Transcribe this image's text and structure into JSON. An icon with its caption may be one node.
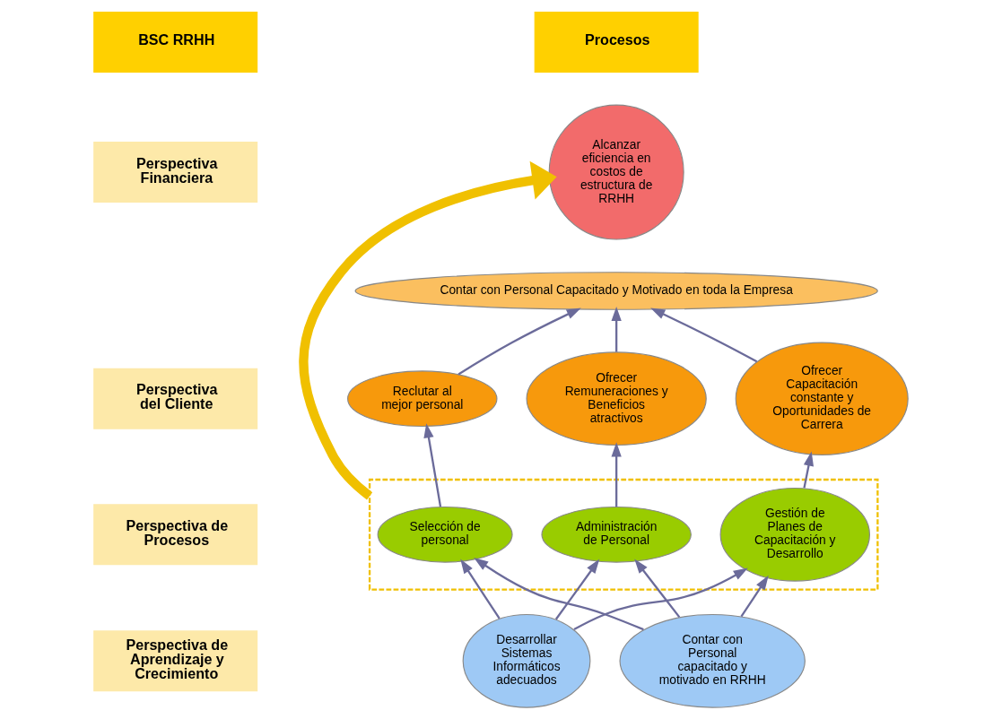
{
  "diagram": {
    "nodes": [
      {
        "text": [
          "Alcanzar eficiencia en costos de estructura de RRHH"
        ]
      },
      {
        "text": [
          "Contar con Personal Capacitado y Motivado en toda la Empresa"
        ]
      },
      {
        "text": [
          "Reclutar al mejor personal"
        ]
      },
      {
        "text": [
          "Ofrecer Remuneraciones y Beneficios atractivos"
        ]
      },
      {
        "text": [
          "Ofrecer Capacitación constante y Oportunidades de Carrera"
        ]
      },
      {
        "text": [],
        "shape": "box"
      },
      {
        "text": [
          "Selección de personal"
        ],
        "in": 5
      },
      {
        "text": [
          "Administración de Personal"
        ],
        "in": 5
      },
      {
        "text": [
          "Gestión de Planes de Capacitación y Desarrollo"
        ],
        "in": 5
      },
      {
        "text": [
          "Desarrollar Sistemas Informáticos adecuados"
        ]
      },
      {
        "text": [
          "Contar con Personal capacitado y motivado en RRHH"
        ]
      }
    ],
    "edges": [
      {
        "from": 2,
        "to": 1,
        "arrow": "to"
      },
      {
        "from": 3,
        "to": 1,
        "arrow": "to"
      },
      {
        "from": 4,
        "to": 1,
        "arrow": "to"
      },
      {
        "from": 6,
        "to": 2,
        "arrow": "to"
      },
      {
        "from": 7,
        "to": 3,
        "arrow": "to"
      },
      {
        "from": 8,
        "to": 4,
        "arrow": "to"
      },
      {
        "from": 9,
        "to": 6,
        "arrow": "to"
      },
      {
        "from": 9,
        "to": 7,
        "arrow": "to"
      },
      {
        "from": 9,
        "to": 8,
        "arrow": "to"
      },
      {
        "from": 10,
        "to": 6,
        "arrow": "to"
      },
      {
        "from": 10,
        "to": 7,
        "arrow": "to"
      },
      {
        "from": 10,
        "to": 8,
        "arrow": "to"
      },
      {
        "from": 5,
        "to": 0,
        "arrow": "to",
        "style": "thick",
        "color": "#f0c000"
      }
    ],
    "labels": [
      "BSC RRHH",
      "Procesos",
      "Perspectiva Financiera",
      "Perspectiva del Cliente",
      "Perspectiva de Procesos",
      "Perspectiva de Aprendizaje y Crecimiento"
    ]
  }
}
